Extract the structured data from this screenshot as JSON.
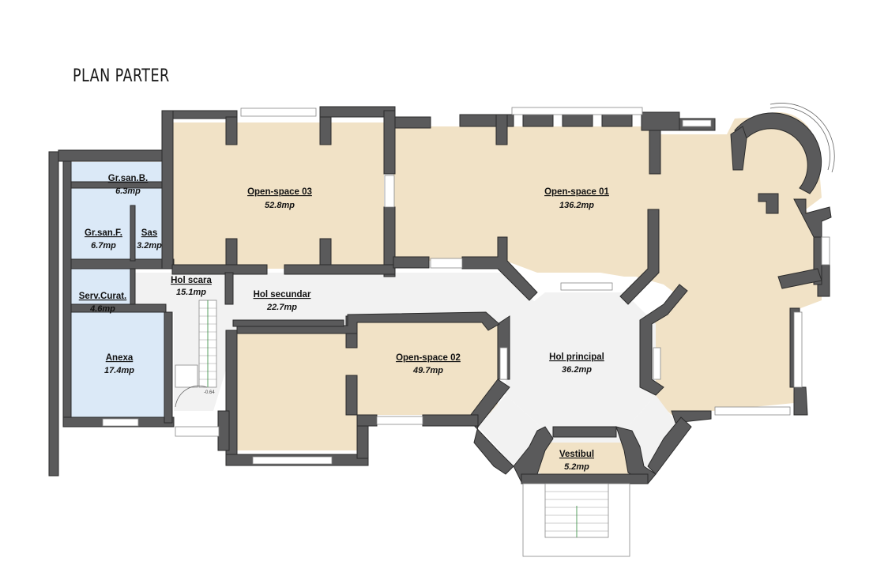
{
  "title": "PLAN PARTER",
  "colors": {
    "wall": "#5a5a5b",
    "warm_room": "#f1e2c6",
    "cool_room": "#dbe9f7",
    "circulation": "#f2f2f2"
  },
  "rooms": [
    {
      "id": "gr-san-b",
      "name": "Gr.san.B.",
      "area": "6.3mp"
    },
    {
      "id": "gr-san-f",
      "name": "Gr.san.F.",
      "area": "6.7mp"
    },
    {
      "id": "sas",
      "name": "Sas",
      "area": "3.2mp"
    },
    {
      "id": "serv-curat",
      "name": "Serv.Curat.",
      "area": "4.6mp"
    },
    {
      "id": "anexa",
      "name": "Anexa",
      "area": "17.4mp"
    },
    {
      "id": "open-space-03",
      "name": "Open-space 03",
      "area": "52.8mp"
    },
    {
      "id": "open-space-01",
      "name": "Open-space 01",
      "area": "136.2mp"
    },
    {
      "id": "hol-scara",
      "name": "Hol scara",
      "area": "15.1mp"
    },
    {
      "id": "hol-secundar",
      "name": "Hol secundar",
      "area": "22.7mp"
    },
    {
      "id": "open-space-02",
      "name": "Open-space 02",
      "area": "49.7mp"
    },
    {
      "id": "hol-principal",
      "name": "Hol principal",
      "area": "36.2mp"
    },
    {
      "id": "vestibul",
      "name": "Vestibul",
      "area": "5.2mp"
    }
  ],
  "stair_level": "-0.64"
}
